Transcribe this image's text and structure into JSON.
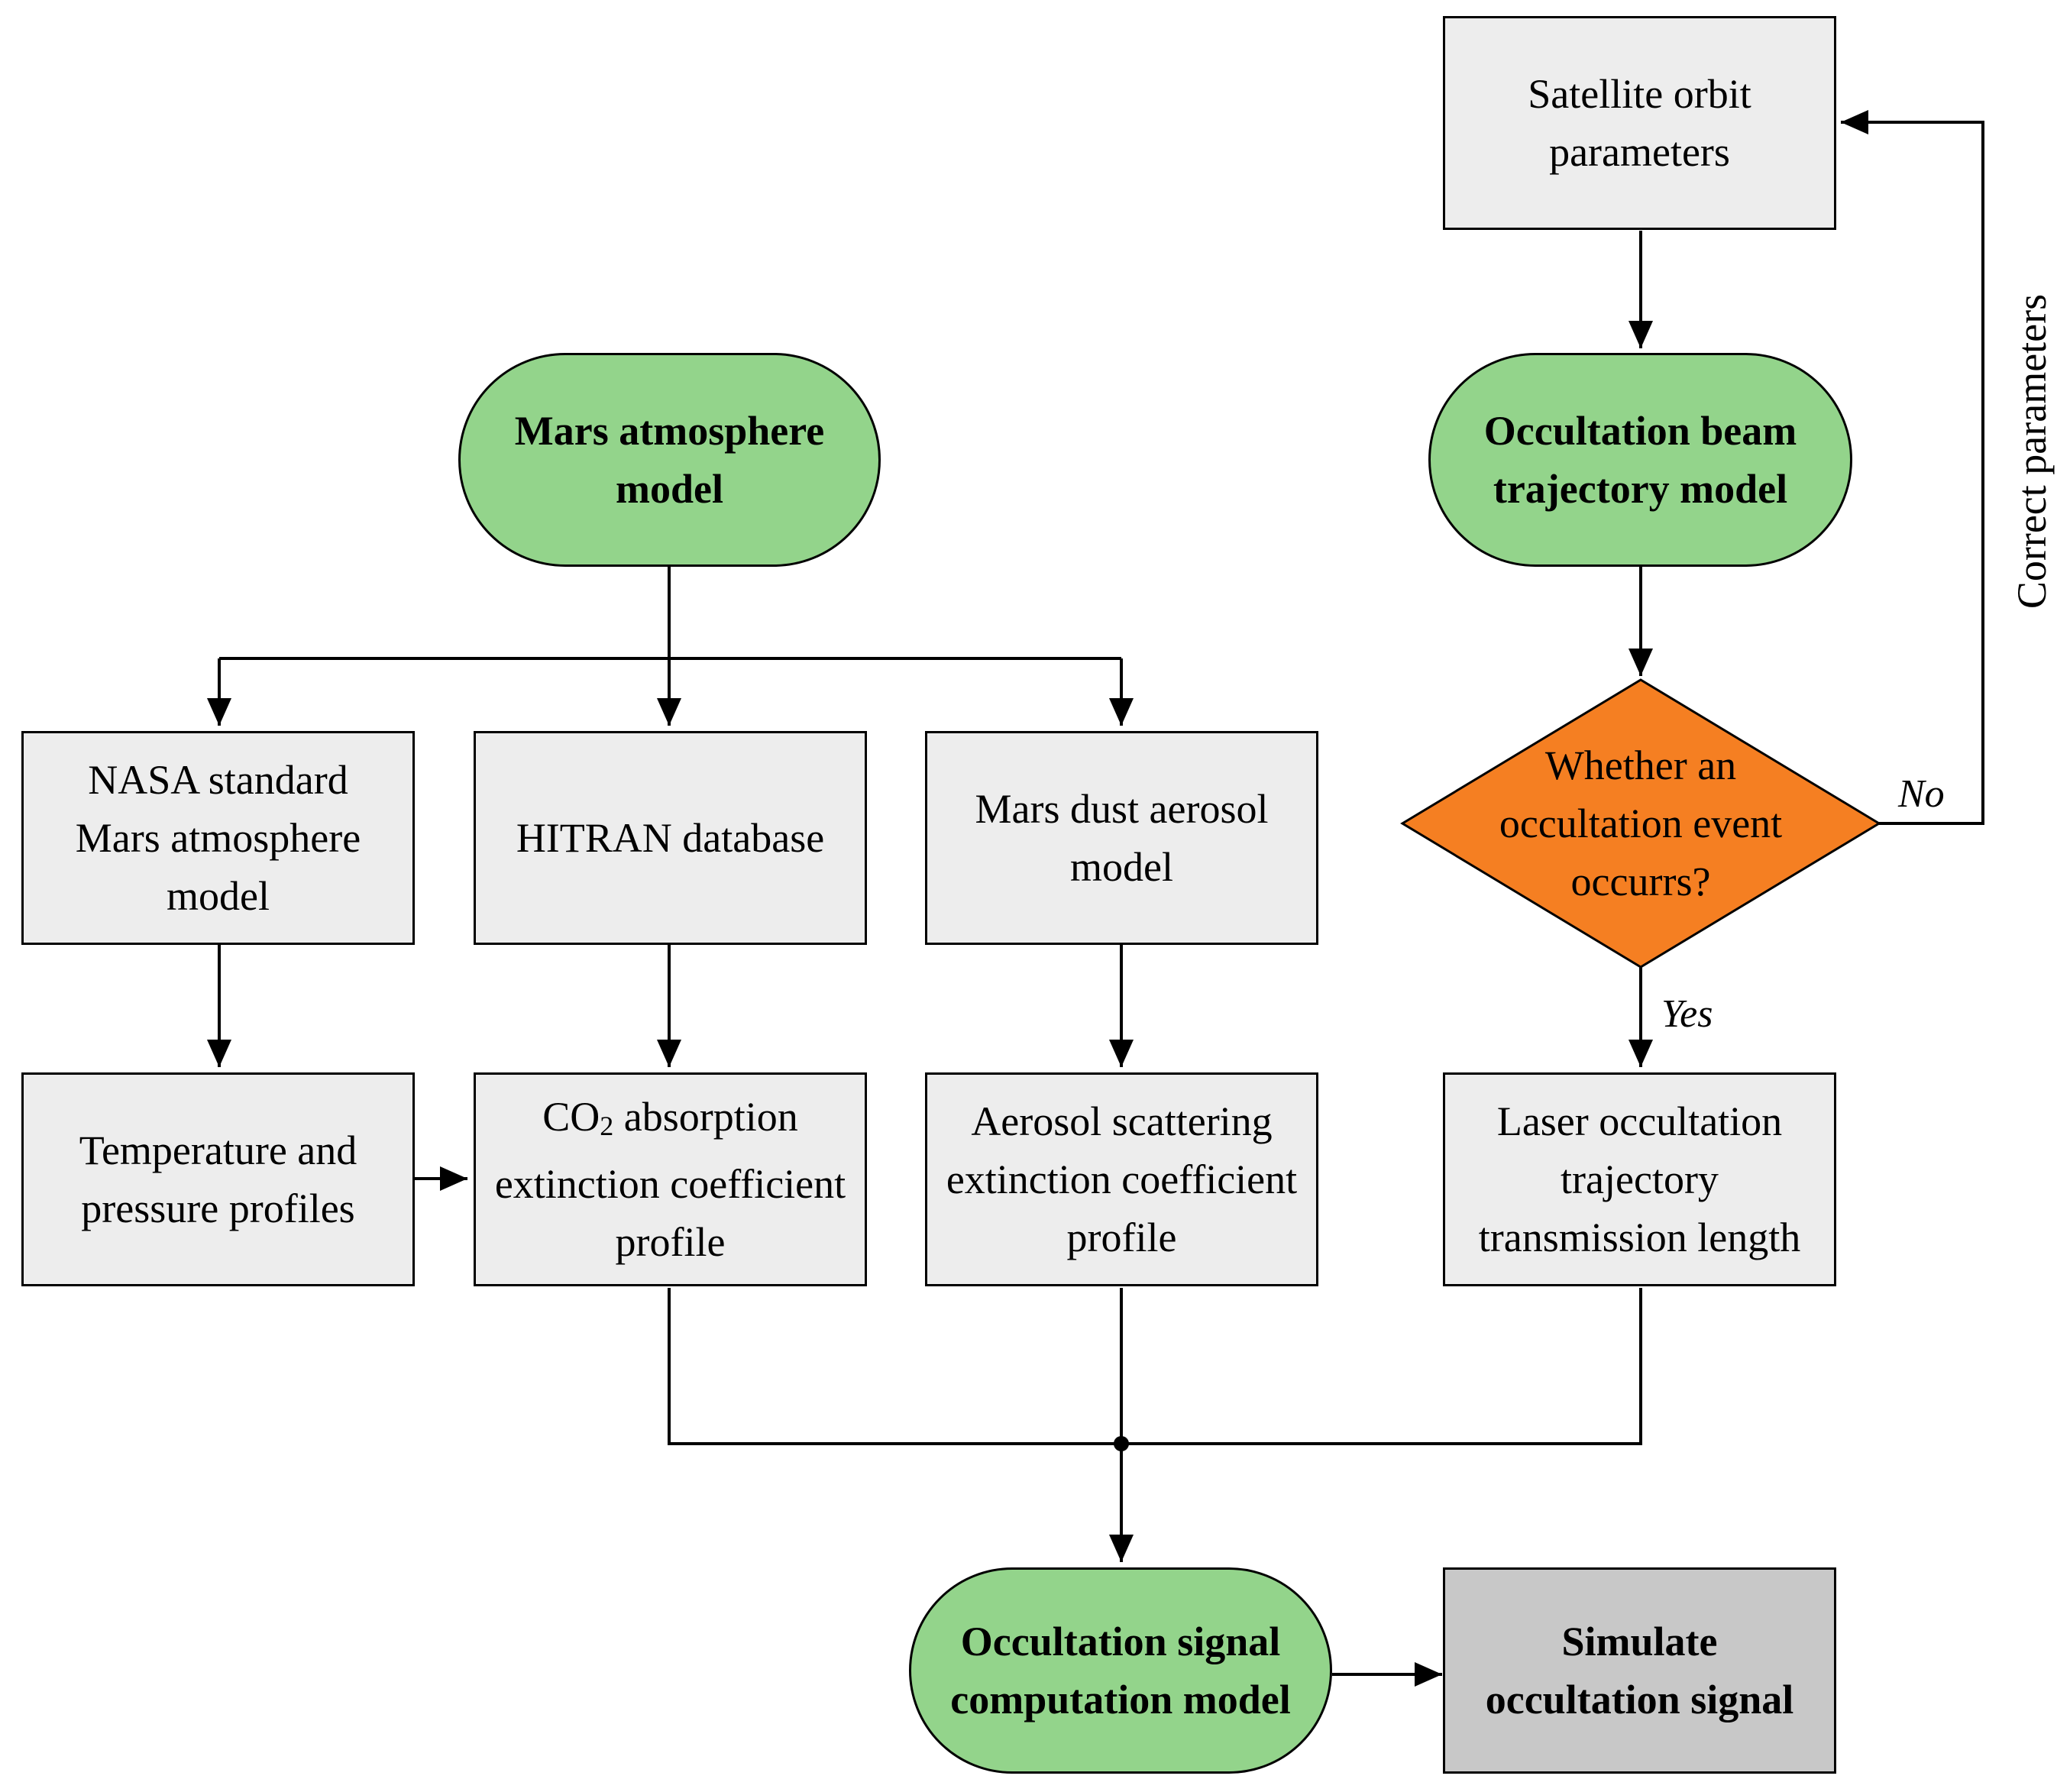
{
  "nodes": {
    "satellite": "Satellite orbit parameters",
    "beam_model": "Occultation beam trajectory model",
    "mars_model": "Mars atmosphere model",
    "nasa": "NASA standard Mars atmosphere model",
    "hitran": "HITRAN database",
    "dust": "Mars dust aerosol model",
    "decision": "Whether an occultation event occurrs?",
    "temp": "Temperature and pressure profiles",
    "co2_prefix": "CO",
    "co2_sub": "2",
    "co2_suffix": "absorption",
    "co2_rest": "extinction coefficient profile",
    "aerosol": "Aerosol scattering extinction coefficient profile",
    "laser": "Laser occultation trajectory transmission length",
    "signal_model": "Occultation signal computation model",
    "simulate": "Simulate occultation signal"
  },
  "labels": {
    "no": "No",
    "yes": "Yes",
    "correct": "Correct parameters"
  },
  "colors": {
    "green_fill": "#93d48b",
    "orange_fill": "#f57f22",
    "gray_fill": "#ededed",
    "dark_gray_fill": "#c8c8c8",
    "line": "#000000"
  }
}
